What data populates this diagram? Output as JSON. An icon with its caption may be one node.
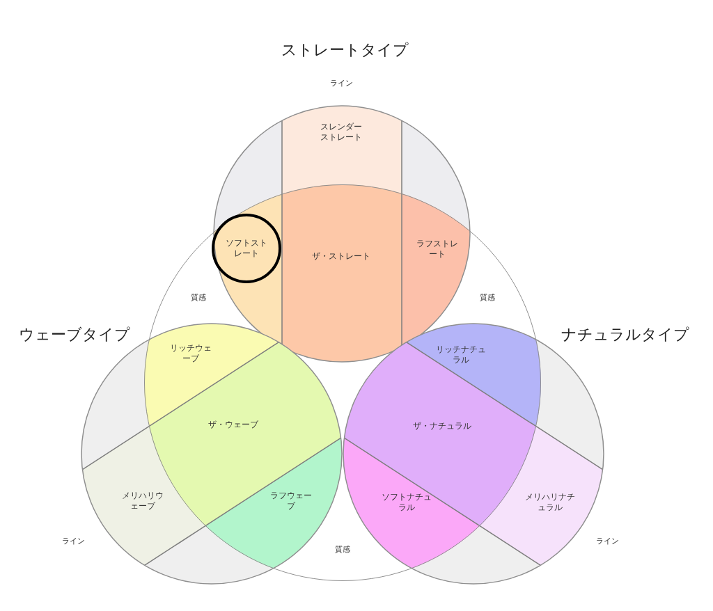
{
  "diagram": {
    "nodes": [
      {
        "text": [
          "ストレートタイプ"
        ]
      },
      {
        "text": [
          "ウェーブタイプ"
        ]
      },
      {
        "text": [
          "ナチュラルタイプ"
        ]
      },
      {
        "text": [],
        "shape": "circle"
      },
      {
        "text": [
          "スレンダーストレート"
        ]
      },
      {
        "text": [],
        "shape": "circle",
        "in": 3
      },
      {
        "text": [
          "ソフトストレート"
        ],
        "in": 5
      },
      {
        "text": [
          "ザ・ストレート"
        ],
        "in": 3
      },
      {
        "text": [
          "ラフストレート"
        ],
        "in": 3
      },
      {
        "text": [
          "リッチウェーブ"
        ],
        "in": 3
      },
      {
        "text": [
          "ザ・ウェーブ"
        ],
        "in": 3
      },
      {
        "text": [
          "メリハリウェーブ"
        ]
      },
      {
        "text": [
          "ラフウェーブ"
        ],
        "in": 3
      },
      {
        "text": [
          "リッチナチュラル"
        ],
        "in": 3
      },
      {
        "text": [
          "ザ・ナチュラル"
        ],
        "in": 3
      },
      {
        "text": [
          "ソフトナチュラル"
        ],
        "in": 3
      },
      {
        "text": [
          "メリハリナチュラル"
        ]
      }
    ],
    "labels": [
      "ライン",
      "質感",
      "質感",
      "ライン",
      "質感",
      "ライン"
    ]
  }
}
